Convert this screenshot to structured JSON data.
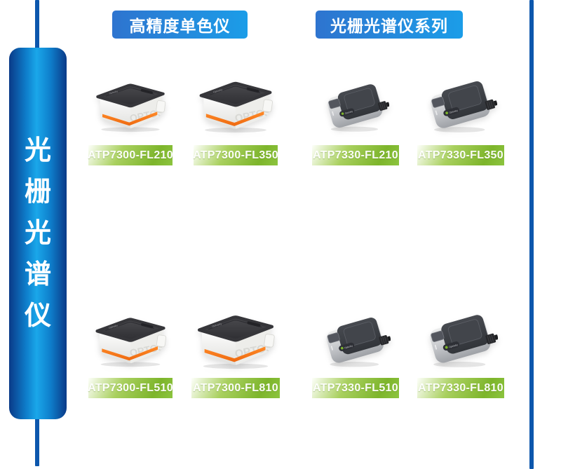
{
  "sidebar": {
    "title": "光栅光谱仪",
    "chars": [
      "光",
      "栅",
      "光",
      "谱",
      "仪"
    ]
  },
  "headers": [
    {
      "label": "高精度单色仪"
    },
    {
      "label": "光栅光谱仪系列"
    }
  ],
  "products": [
    {
      "model": "ATP7300-FL210",
      "group": "高精度单色仪"
    },
    {
      "model": "ATP7300-FL350",
      "group": "高精度单色仪"
    },
    {
      "model": "ATP7330-FL210",
      "group": "光栅光谱仪系列"
    },
    {
      "model": "ATP7330-FL350",
      "group": "光栅光谱仪系列"
    },
    {
      "model": "ATP7300-FL510",
      "group": "高精度单色仪"
    },
    {
      "model": "ATP7300-FL810",
      "group": "高精度单色仪"
    },
    {
      "model": "ATP7330-FL510",
      "group": "光栅光谱仪系列"
    },
    {
      "model": "ATP7330-FL810",
      "group": "光栅光谱仪系列"
    }
  ],
  "device_brand": "Optosky",
  "device_watermark": "OPTOSKY",
  "icons": {
    "monochromator-device-illustration": "white box, dark lid, orange stripe",
    "spectrometer-device-illustration": "silver body, dark top pad, SMA connector"
  },
  "colors": {
    "accent_line_blue": "#0d57ad",
    "sidebar_blue_dark": "#0a3a88",
    "sidebar_blue_light": "#1aa7ea",
    "badge_blue_start": "#2e74cf",
    "badge_blue_end": "#1b9de8",
    "label_green": "#7db52b",
    "device_orange": "#f5731e",
    "device_slab_dark": "#36363a",
    "device_silver": "#c6c8cc",
    "text_white": "#ffffff"
  }
}
